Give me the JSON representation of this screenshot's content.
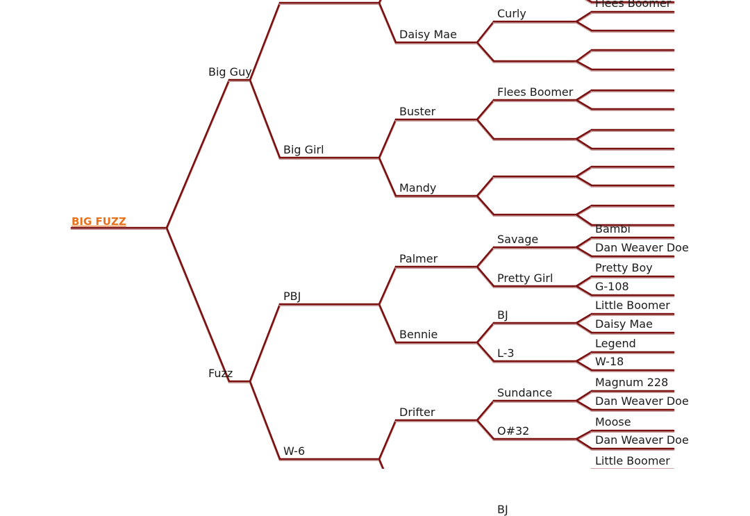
{
  "root": "BIG FUZZ",
  "nodes": {
    "g1": [
      "Big Guy",
      "Fuzz"
    ],
    "g2": [
      "",
      "Big Girl",
      "PBJ",
      "W-6"
    ],
    "g3": [
      "",
      "Daisy Mae",
      "Buster",
      "Mandy",
      "Palmer",
      "Bennie",
      "Drifter",
      ""
    ],
    "g4": [
      "",
      "Curly",
      "",
      "",
      "Flees Boomer",
      "",
      "",
      "",
      "Savage",
      "Pretty Girl",
      "BJ",
      "L-3",
      "Sundance",
      "O#32",
      "",
      "BJ"
    ],
    "g5": [
      "",
      "",
      "Flees Boomer",
      "",
      "",
      "",
      "",
      "",
      "",
      "",
      "",
      "",
      "",
      "",
      "",
      "",
      "Bambi",
      "Dan Weaver Doe",
      "Pretty Boy",
      "G-108",
      "Little Boomer",
      "Daisy Mae",
      "Legend",
      "W-18",
      "Magnum 228",
      "Dan Weaver Doe",
      "Moose",
      "Dan Weaver Doe",
      "",
      "",
      "Little Boomer",
      ""
    ]
  },
  "colors": {
    "line": "#7a1010",
    "line_shadow": "#c9a0a0",
    "root_text": "#e8711a",
    "text": "#1a1a1a"
  }
}
